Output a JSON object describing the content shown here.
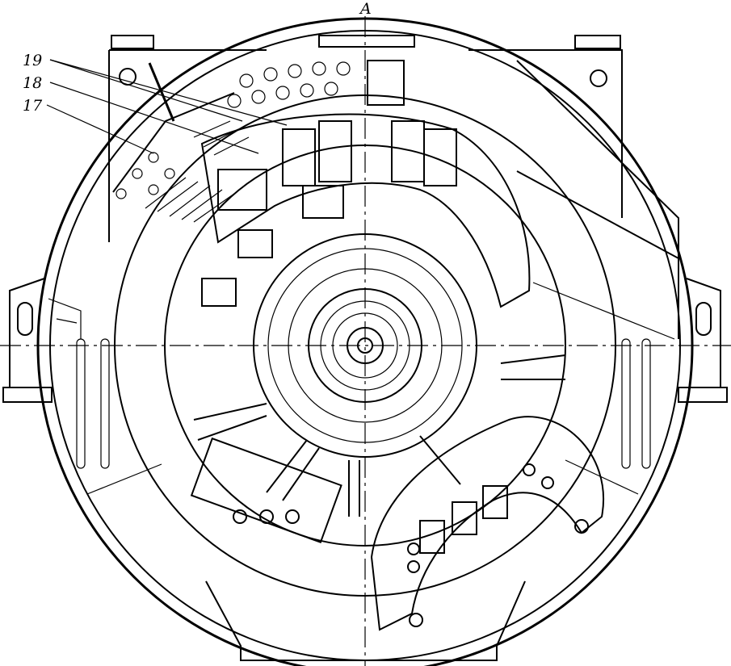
{
  "figure": {
    "section_mark": "A",
    "labels": [
      "19",
      "18",
      "17"
    ]
  },
  "colors": {
    "ink": "#000000",
    "paper": "#ffffff"
  }
}
